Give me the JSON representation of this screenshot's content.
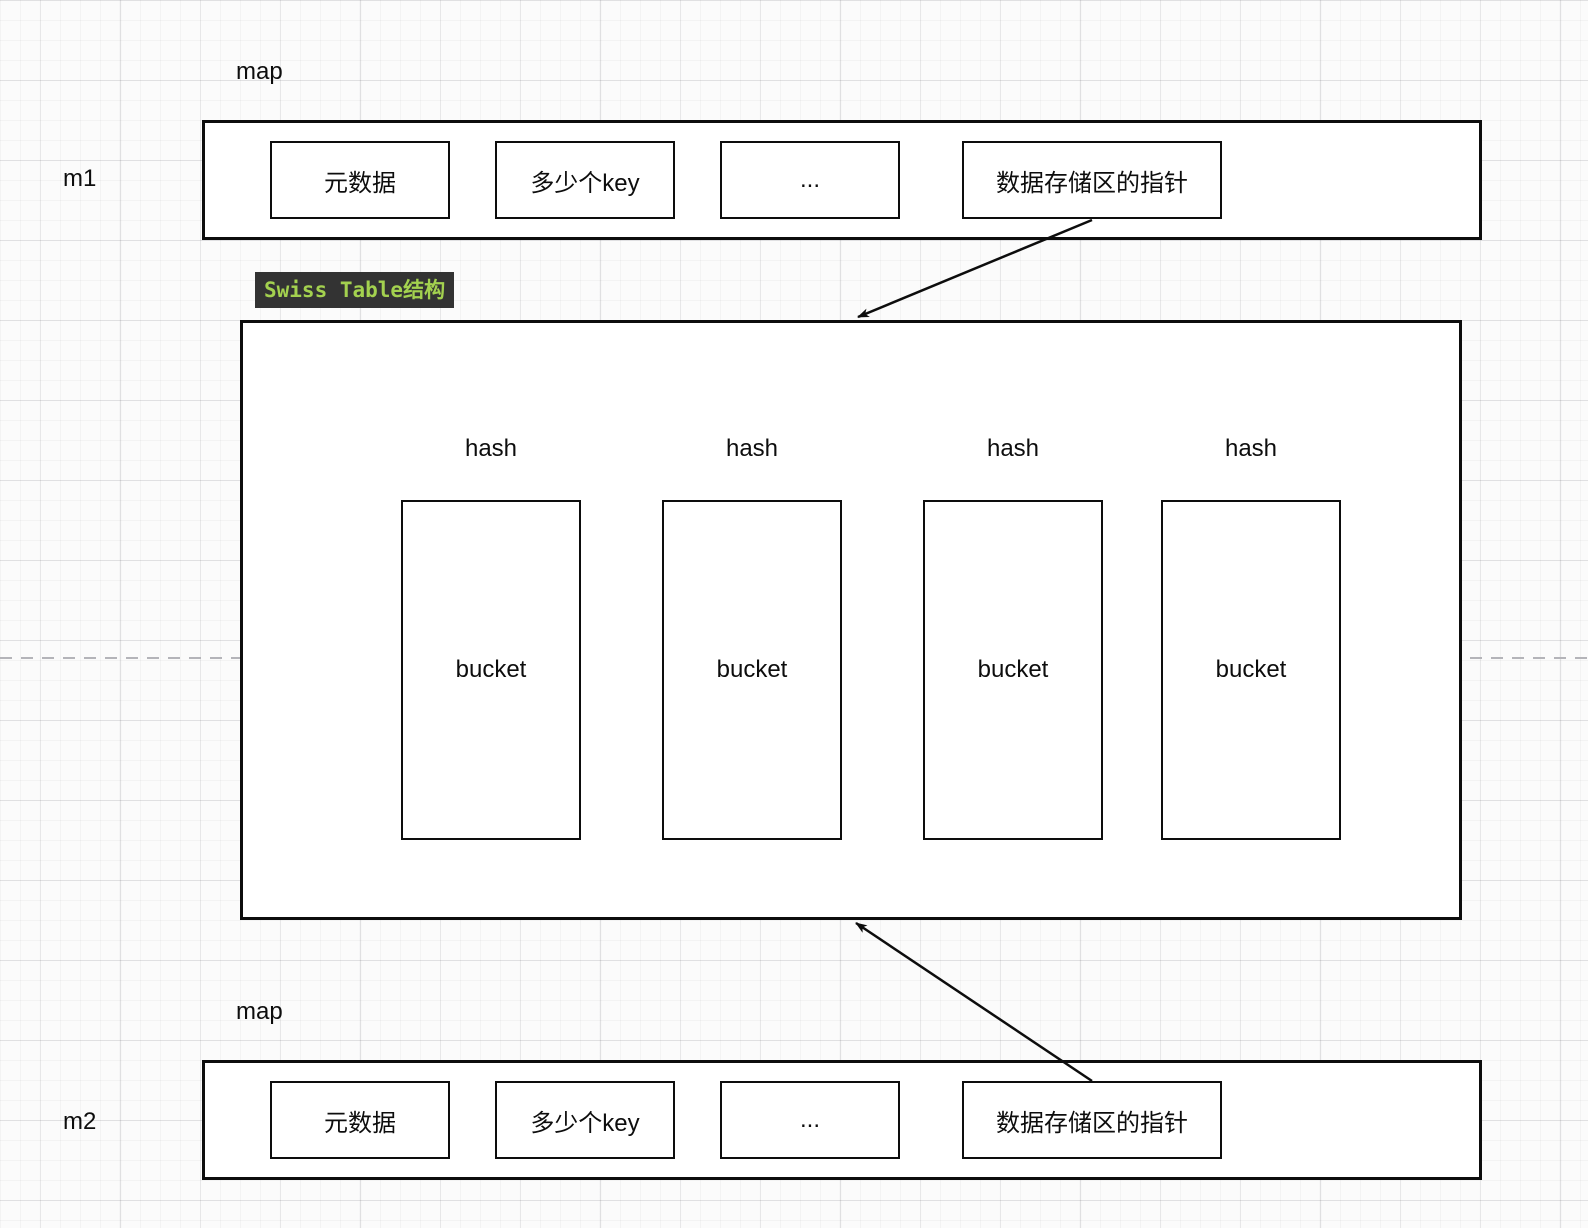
{
  "m1": {
    "map_label": "map",
    "name_label": "m1",
    "cells": [
      "元数据",
      "多少个key",
      "...",
      "数据存储区的指针"
    ]
  },
  "swiss_table": {
    "title": "Swiss Table结构",
    "title_bg": "#333333",
    "title_color": "#a3d14f",
    "hash_label": "hash",
    "bucket_label": "bucket"
  },
  "m2": {
    "map_label": "map",
    "name_label": "m2",
    "cells": [
      "元数据",
      "多少个key",
      "...",
      "数据存储区的指针"
    ]
  }
}
